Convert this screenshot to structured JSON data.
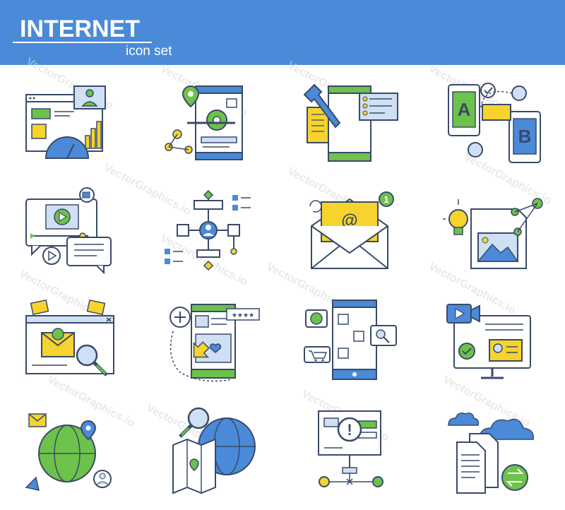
{
  "header": {
    "title": "INTERNET",
    "subtitle": "icon set"
  },
  "watermark": {
    "text": "VectorGraphics.io"
  },
  "colors": {
    "banner": "#4a8ad8",
    "blue": "#4a8ad8",
    "green": "#6cc24a",
    "yellow": "#f6d32d",
    "outline": "#3a4a6a",
    "light_blue": "#cfe0f4"
  },
  "icons": [
    {
      "name": "web-analytics-icon",
      "labels": []
    },
    {
      "name": "mobile-app-development-icon",
      "labels": []
    },
    {
      "name": "mobile-settings-icon",
      "labels": []
    },
    {
      "name": "ab-testing-icon",
      "labels": [
        "A",
        "B"
      ]
    },
    {
      "name": "video-chat-message-icon",
      "labels": []
    },
    {
      "name": "site-map-icon",
      "labels": []
    },
    {
      "name": "email-notification-icon",
      "labels": [
        "@",
        "1"
      ]
    },
    {
      "name": "idea-content-icon",
      "labels": []
    },
    {
      "name": "email-virus-search-icon",
      "labels": []
    },
    {
      "name": "mobile-social-review-icon",
      "labels": [
        "★★★★"
      ]
    },
    {
      "name": "mobile-commerce-chat-icon",
      "labels": []
    },
    {
      "name": "video-conference-icon",
      "labels": []
    },
    {
      "name": "global-network-icon",
      "labels": []
    },
    {
      "name": "map-search-icon",
      "labels": []
    },
    {
      "name": "server-error-icon",
      "labels": [
        "!"
      ]
    },
    {
      "name": "cloud-sync-icon",
      "labels": []
    }
  ]
}
